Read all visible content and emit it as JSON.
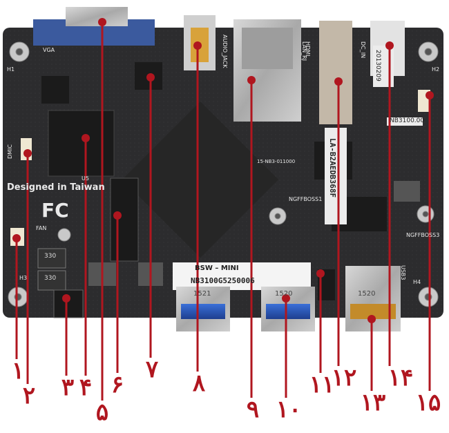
{
  "board": {
    "silkscreen_designed": "Designed in Taiwan",
    "silkscreen_fcc": "FC",
    "hdmi": "HDMI",
    "dc_in": "DC_IN",
    "lan": "LAN_RJ",
    "audio": "AUDIO_JACK",
    "vga": "VGA",
    "dmic": "DMIC",
    "fan": "FAN",
    "ngff1": "NGFFBOSS1",
    "ngff3": "NGFFBOSS3",
    "usb3": "USB3",
    "h1": "H1",
    "h2": "H2",
    "h3": "H3",
    "h4": "H4",
    "u5": "U5",
    "code1": "15-NB3-011000",
    "sticker_top": "BSW – MINI",
    "sticker_bottom": "NB3100G5250006",
    "side_sticker": "LA-B2AEDB368F",
    "nb_label": "NB3100.00",
    "date_label": "20130209",
    "choke1": "330",
    "choke2": "330",
    "usb_a": "1521",
    "usb_b": "1520",
    "usb_c": "1520"
  },
  "callouts": [
    "١",
    "٢",
    "٣",
    "۴",
    "۵",
    "۶",
    "٧",
    "٨",
    "٩",
    "١٠",
    "١١",
    "١٢",
    "١٣",
    "١۴",
    "١۵"
  ],
  "colors": {
    "marker": "#b0161f",
    "board": "#2b2b2b"
  }
}
